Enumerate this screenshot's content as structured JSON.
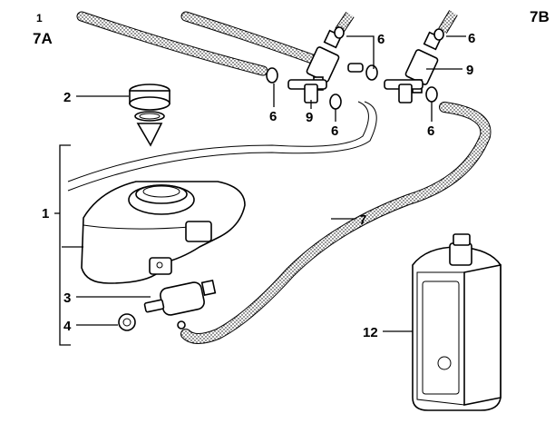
{
  "diagram": {
    "corner_label_left_num": "1",
    "corner_label_left": "7A",
    "corner_label_right": "7B"
  },
  "callouts": [
    {
      "id": "c-2",
      "text": "2"
    },
    {
      "id": "c-1",
      "text": "1"
    },
    {
      "id": "c-3",
      "text": "3"
    },
    {
      "id": "c-4",
      "text": "4"
    },
    {
      "id": "c-6a",
      "text": "6"
    },
    {
      "id": "c-6b",
      "text": "6"
    },
    {
      "id": "c-6c",
      "text": "6"
    },
    {
      "id": "c-6d",
      "text": "6"
    },
    {
      "id": "c-6e",
      "text": "6"
    },
    {
      "id": "c-9a",
      "text": "9"
    },
    {
      "id": "c-9b",
      "text": "9"
    },
    {
      "id": "c-7",
      "text": "7"
    },
    {
      "id": "c-12",
      "text": "12"
    }
  ]
}
